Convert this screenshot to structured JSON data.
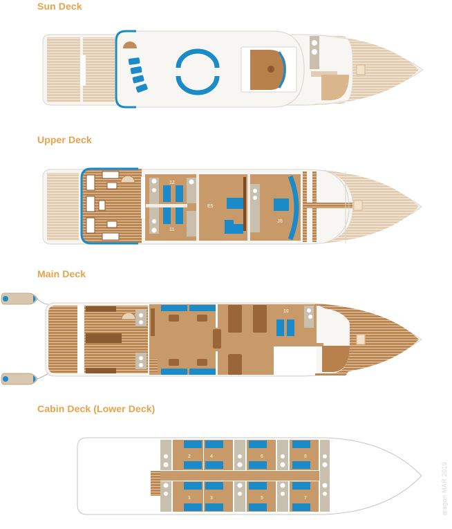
{
  "decks": [
    {
      "id": "sun",
      "title": "Sun Deck"
    },
    {
      "id": "upper",
      "title": "Upper Deck",
      "cabins": [
        "12",
        "11",
        "E5",
        "J5"
      ]
    },
    {
      "id": "main",
      "title": "Main Deck",
      "cabins": [
        "10"
      ]
    },
    {
      "id": "cabin",
      "title": "Cabin Deck (Lower Deck)",
      "cabins_top": [
        "2",
        "4",
        "6",
        "8"
      ],
      "cabins_bottom": [
        "1",
        "3",
        "5",
        "7"
      ]
    }
  ],
  "watermark": "aragon MAR 2019",
  "colors": {
    "title": "#e8a24a",
    "teak": "#c89a6a",
    "wood": "#b8804a",
    "blue": "#1a8ac8",
    "bath": "#c9bfae",
    "hull": "#f7f6f2"
  }
}
